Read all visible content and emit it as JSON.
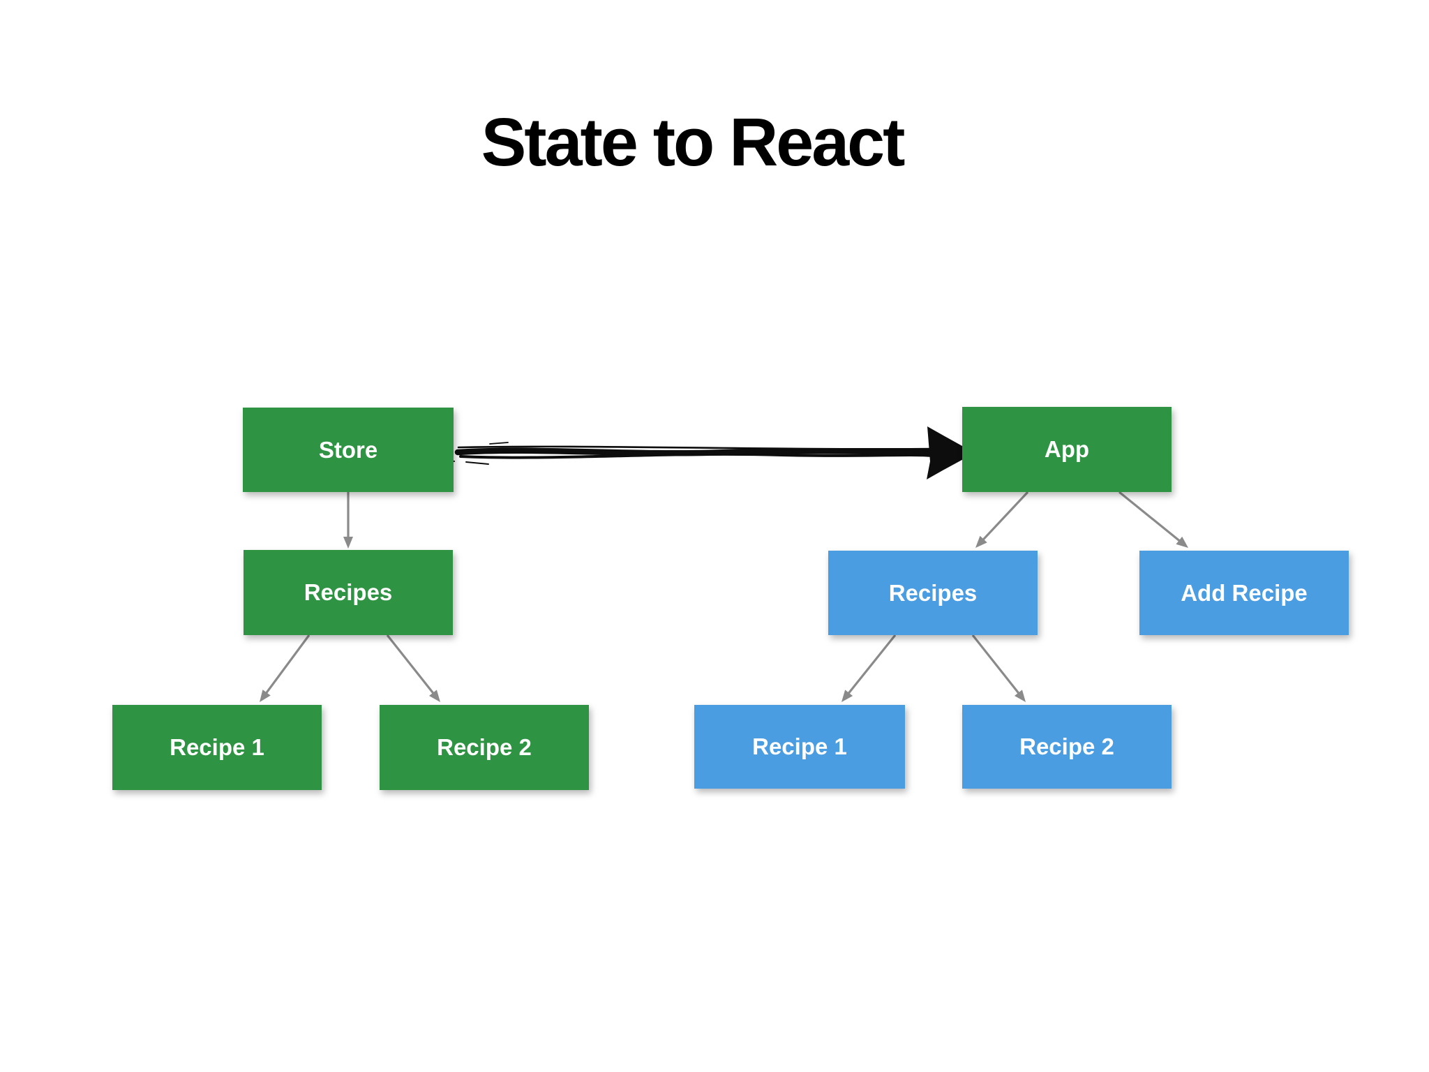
{
  "title": "State to React",
  "colors": {
    "background": "#ffffff",
    "title_text": "#000000",
    "node_green": "#2e9342",
    "node_blue": "#4b9de2",
    "node_label": "#ffffff",
    "connector": "#8a8a8a",
    "sketch_arrow": "#0d0d0d"
  },
  "store_tree": {
    "store": "Store",
    "recipes": "Recipes",
    "recipe1": "Recipe 1",
    "recipe2": "Recipe 2"
  },
  "react_tree": {
    "app": "App",
    "recipes": "Recipes",
    "add_recipe": "Add Recipe",
    "recipe1": "Recipe 1",
    "recipe2": "Recipe 2"
  }
}
